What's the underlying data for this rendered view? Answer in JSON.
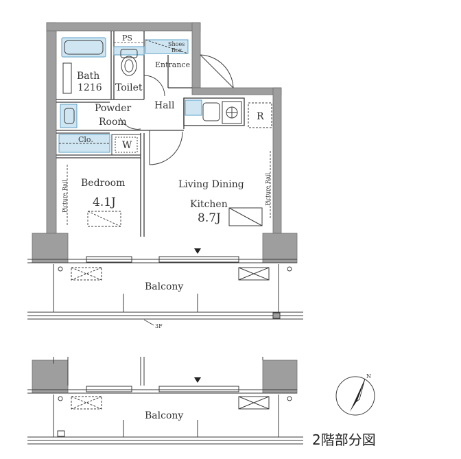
{
  "colors": {
    "wall": "#9e9e9e",
    "wall_dark": "#8a8a8a",
    "line": "#3a3a3a",
    "fixture_blue": "#cfe6f2",
    "fixture_blue_line": "#5aa0c8",
    "background": "#ffffff"
  },
  "rooms": {
    "ps": "PS",
    "shoes_box_line1": "Shoes",
    "shoes_box_line2": "Box",
    "entrance": "Entrance",
    "bath_line1": "Bath",
    "bath_line2": "1216",
    "toilet": "Toilet",
    "powder_line1": "Powder",
    "powder_line2": "Room",
    "hall": "Hall",
    "closet": "Clo.",
    "washer": "W",
    "refrigerator": "R",
    "bedroom": "Bedroom",
    "bedroom_size": "4.1J",
    "picture_rail_left": "Picture Rail",
    "picture_rail_right": "Picture Rail",
    "living_line1": "Living Dining",
    "living_line2": "Kitchen",
    "living_size": "8.7J",
    "balcony_upper": "Balcony",
    "floor_marker": "3F",
    "balcony_lower": "Balcony"
  },
  "caption": "2階部分図",
  "compass": {
    "north_label": "N",
    "icon": "north-arrow-icon"
  }
}
